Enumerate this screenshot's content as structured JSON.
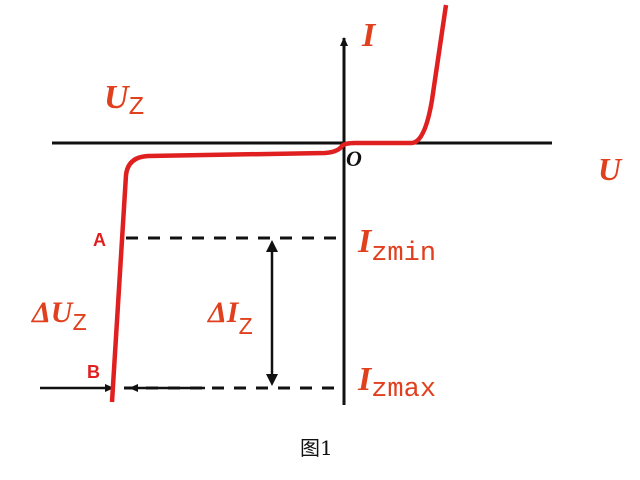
{
  "labels": {
    "current_axis": "I",
    "voltage_axis": "U",
    "origin": "O",
    "uz_main": "U",
    "uz_sub": "Z",
    "point_a": "A",
    "point_b": "B",
    "delta_uz_main": "ΔU",
    "delta_uz_sub": "Z",
    "delta_iz_main": "ΔI",
    "delta_iz_sub": "Z",
    "izmin_main": "I",
    "izmin_sub": "zmin",
    "izmax_main": "I",
    "izmax_sub": "zmax"
  },
  "caption": "图1",
  "colors": {
    "curve": "#e02020",
    "labels": "#e0401e",
    "axes": "#111111"
  }
}
